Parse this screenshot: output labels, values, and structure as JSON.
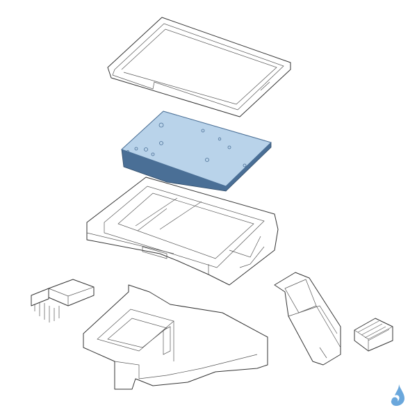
{
  "diagram": {
    "colors": {
      "line": "#333333",
      "pcb": "#b9d3ea",
      "pcb_edge": "#4a6f96",
      "logo": "#6aa7dc",
      "background": "#ffffff"
    },
    "parts": [
      {
        "id": "top-cover"
      },
      {
        "id": "circuit-board"
      },
      {
        "id": "housing-frame"
      },
      {
        "id": "heatsink"
      },
      {
        "id": "base-tray"
      },
      {
        "id": "mounting-bracket"
      },
      {
        "id": "terminal-block"
      }
    ],
    "logo_icon": "water-drop-logo-icon"
  }
}
